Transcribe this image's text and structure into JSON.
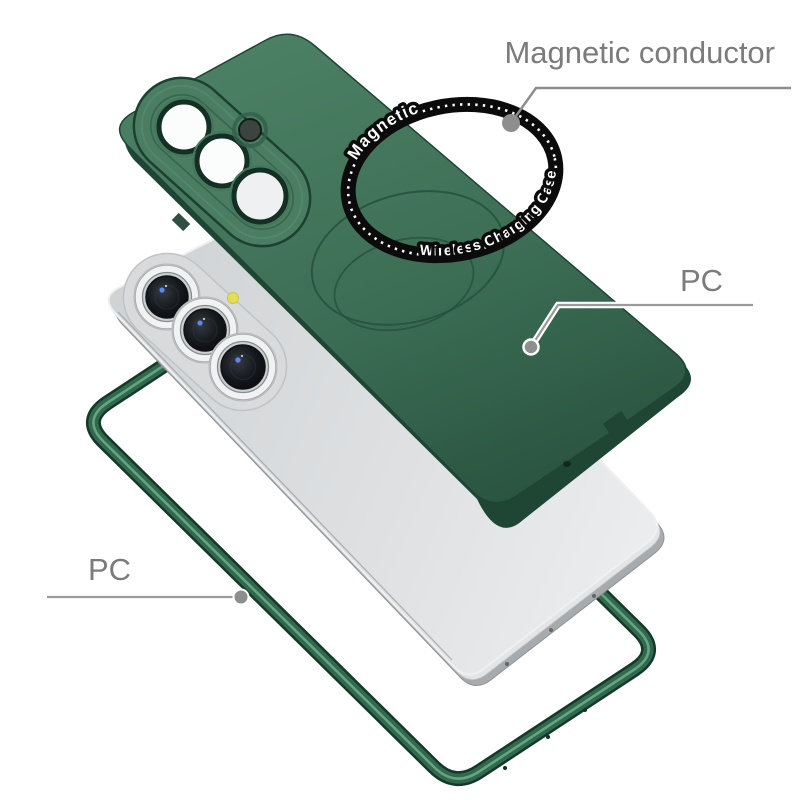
{
  "image": {
    "background": "#ffffff"
  },
  "annotations": {
    "magnetic_conductor": {
      "label": "Magnetic conductor"
    },
    "pc_case": {
      "label": "PC"
    },
    "pc_frame": {
      "label": "PC"
    }
  },
  "magnetic_ring": {
    "arc_text_top": "Magnetic",
    "arc_text_bottom": "Wireless Charging Case"
  },
  "colors": {
    "case_green": "#3f7258",
    "frame_green": "#2f6a4d",
    "ring_black": "#0b0b0b",
    "label_gray": "#7b7b7b",
    "leader_gray": "#8e8e8e",
    "phone_silver": "#d6d8da",
    "flash_yellow": "#e3de52",
    "lens_glint_blue": "#5d86f0"
  }
}
